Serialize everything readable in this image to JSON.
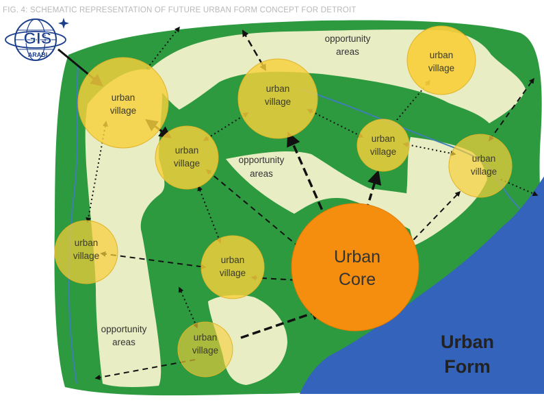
{
  "caption": "FIG. 4: SCHEMATIC REPRESENTATION OF FUTURE URBAN FORM CONCEPT FOR DETROIT",
  "logo": {
    "main": "GIS",
    "sub": "ARABI"
  },
  "villages": [
    {
      "line1": "urban",
      "line2": "village"
    },
    {
      "line1": "urban",
      "line2": "village"
    },
    {
      "line1": "urban",
      "line2": "village"
    },
    {
      "line1": "urban",
      "line2": "village"
    },
    {
      "line1": "urban",
      "line2": "village"
    },
    {
      "line1": "urban",
      "line2": "village"
    },
    {
      "line1": "urban",
      "line2": "village"
    },
    {
      "line1": "urban",
      "line2": "village"
    },
    {
      "line1": "urban",
      "line2": "village"
    }
  ],
  "core": {
    "line1": "Urban",
    "line2": "Core"
  },
  "opportunity_areas": [
    {
      "line1": "opportunity",
      "line2": "areas"
    },
    {
      "line1": "opportunity",
      "line2": "areas"
    },
    {
      "line1": "opportunity",
      "line2": "areas"
    }
  ],
  "title": {
    "line1": "Urban",
    "line2": "Form"
  },
  "colors": {
    "greenbelt": "#2e9a3f",
    "opportunity": "#e8edc4",
    "village": "#f7cf3c",
    "core": "#f58d0e",
    "water": "#3363bb",
    "stream": "#3f7fb5"
  }
}
